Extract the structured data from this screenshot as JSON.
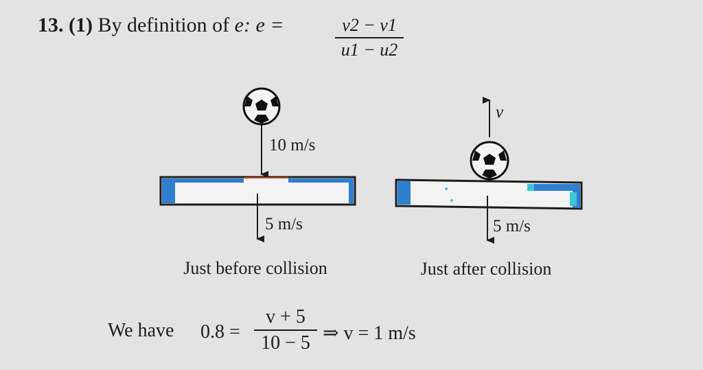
{
  "heading": {
    "number": "13.",
    "option": "(1)",
    "text": "By definition of",
    "symbol": "e:",
    "lhs": "e =",
    "numerator": "v2 − v1",
    "denominator": "u1 − u2"
  },
  "diagram_before": {
    "ball_speed": "10 m/s",
    "plank_speed": "5 m/s",
    "caption": "Just before collision"
  },
  "diagram_after": {
    "ball_speed": "v",
    "plank_speed": "5 m/s",
    "caption": "Just after collision"
  },
  "result": {
    "prefix": "We have",
    "lhs": "0.8 =",
    "numerator": "v + 5",
    "denominator": "10 − 5",
    "conclusion": "⇒ v = 1 m/s"
  },
  "colors": {
    "plank_blue": "#2f7fd0",
    "plank_cyan": "#3cc6d6",
    "ink": "#1c1c1c"
  }
}
